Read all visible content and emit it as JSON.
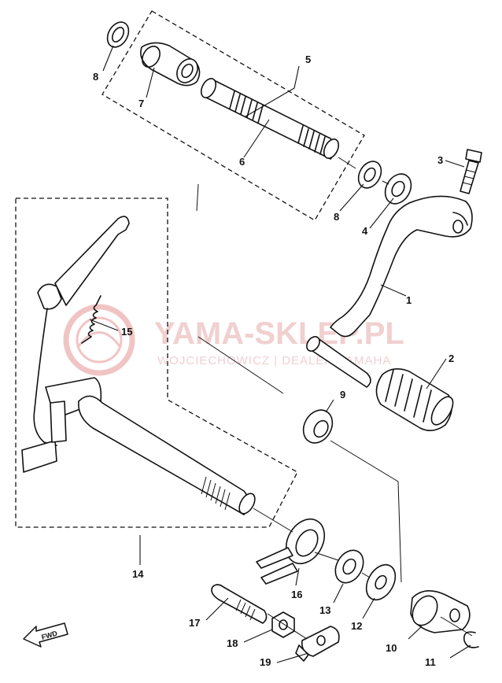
{
  "watermark": {
    "brand": "YAMA-SKLEP.PL",
    "tagline": "WOJCIECHOWICZ | DEALER YAMAHA",
    "color": "#f1d0d0"
  },
  "fwd_marker": {
    "label": "FWD",
    "icon": "fwd-arrow-icon"
  },
  "callouts": [
    {
      "part": "1"
    },
    {
      "part": "2"
    },
    {
      "part": "3"
    },
    {
      "part": "4"
    },
    {
      "part": "5"
    },
    {
      "part": "6"
    },
    {
      "part": "7"
    },
    {
      "part": "8"
    },
    {
      "part": "8"
    },
    {
      "part": "9"
    },
    {
      "part": "10"
    },
    {
      "part": "11"
    },
    {
      "part": "12"
    },
    {
      "part": "13"
    },
    {
      "part": "14"
    },
    {
      "part": "15"
    },
    {
      "part": "16"
    },
    {
      "part": "17"
    },
    {
      "part": "18"
    },
    {
      "part": "19"
    }
  ]
}
